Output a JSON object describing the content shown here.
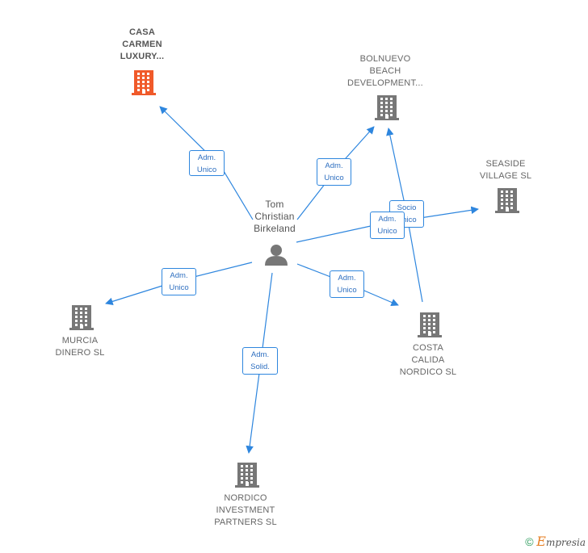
{
  "person": {
    "name_lines": [
      "Tom",
      "Christian",
      "Birkeland"
    ],
    "icon": "person-icon"
  },
  "companies": [
    {
      "id": "casa",
      "lines": [
        "CASA",
        "CARMEN",
        "LUXURY..."
      ],
      "color": "#f05a2a",
      "main": true,
      "icon": "building-icon"
    },
    {
      "id": "bolnuevo",
      "lines": [
        "BOLNUEVO",
        "BEACH",
        "DEVELOPMENT..."
      ],
      "color": "#777777",
      "main": false,
      "icon": "building-icon"
    },
    {
      "id": "seaside",
      "lines": [
        "SEASIDE",
        "VILLAGE  SL"
      ],
      "color": "#777777",
      "main": false,
      "icon": "building-icon"
    },
    {
      "id": "murcia",
      "lines": [
        "MURCIA",
        "DINERO SL"
      ],
      "color": "#777777",
      "main": false,
      "icon": "building-icon"
    },
    {
      "id": "costa",
      "lines": [
        "COSTA",
        "CALIDA",
        "NORDICO  SL"
      ],
      "color": "#777777",
      "main": false,
      "icon": "building-icon"
    },
    {
      "id": "nordico",
      "lines": [
        "NORDICO",
        "INVESTMENT",
        "PARTNERS  SL"
      ],
      "color": "#777777",
      "main": false,
      "icon": "building-icon"
    }
  ],
  "edges": [
    {
      "from": "person",
      "to": "casa",
      "lines": [
        "Adm.",
        "Unico"
      ]
    },
    {
      "from": "person",
      "to": "bolnuevo",
      "lines": [
        "Adm.",
        "Unico"
      ]
    },
    {
      "from": "costa",
      "to": "bolnuevo",
      "lines": [
        "Socio",
        "Único"
      ]
    },
    {
      "from": "person",
      "to": "seaside",
      "lines": [
        "Adm.",
        "Unico"
      ]
    },
    {
      "from": "person",
      "to": "murcia",
      "lines": [
        "Adm.",
        "Unico"
      ]
    },
    {
      "from": "person",
      "to": "costa",
      "lines": [
        "Adm.",
        "Unico"
      ]
    },
    {
      "from": "person",
      "to": "nordico",
      "lines": [
        "Adm.",
        "Solid."
      ]
    }
  ],
  "footer": {
    "copyright": "©",
    "brand_initial": "E",
    "brand_rest": "mpresia"
  },
  "colors": {
    "edge": "#2e86de",
    "accent": "#f05a2a",
    "building": "#777777"
  }
}
